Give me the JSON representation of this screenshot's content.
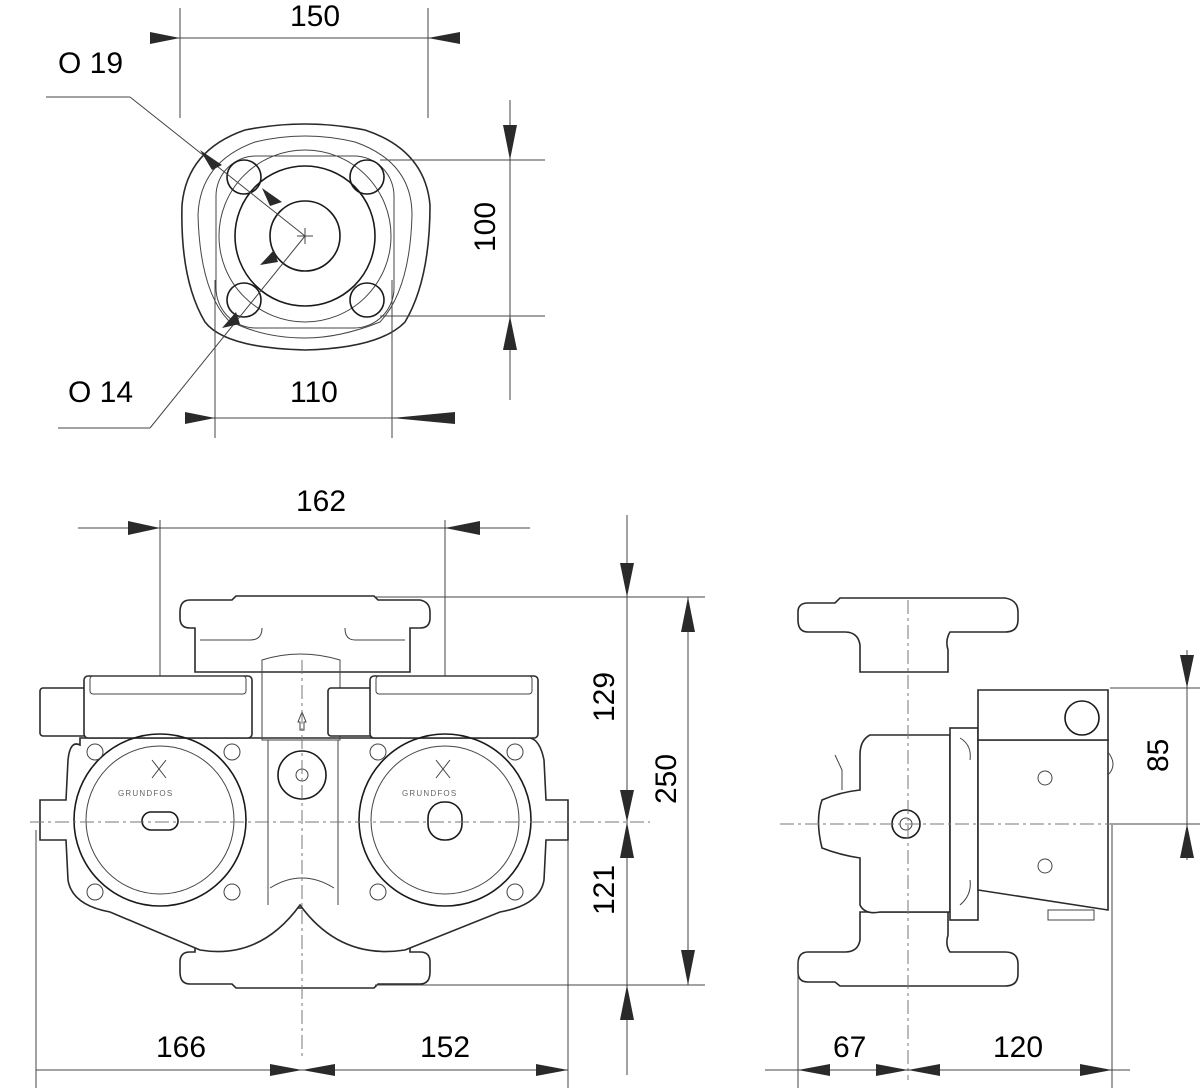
{
  "top_view": {
    "dim_width_outer": "150",
    "dim_width_bolts": "110",
    "dim_height_bolts": "100",
    "label_hole_large": "O 19",
    "label_hole_small": "O 14"
  },
  "front_view": {
    "dim_pump_spacing": "162",
    "dim_upper": "129",
    "dim_lower": "121",
    "dim_total_height": "250",
    "dim_left_width": "166",
    "dim_right_width": "152",
    "brand_label_left": "GRUNDFOS",
    "brand_label_right": "GRUNDFOS"
  },
  "side_view": {
    "dim_box_height": "85",
    "dim_flange_depth": "67",
    "dim_motor_depth": "120"
  },
  "colors": {
    "line": "#1a1a1a",
    "background": "#ffffff"
  }
}
